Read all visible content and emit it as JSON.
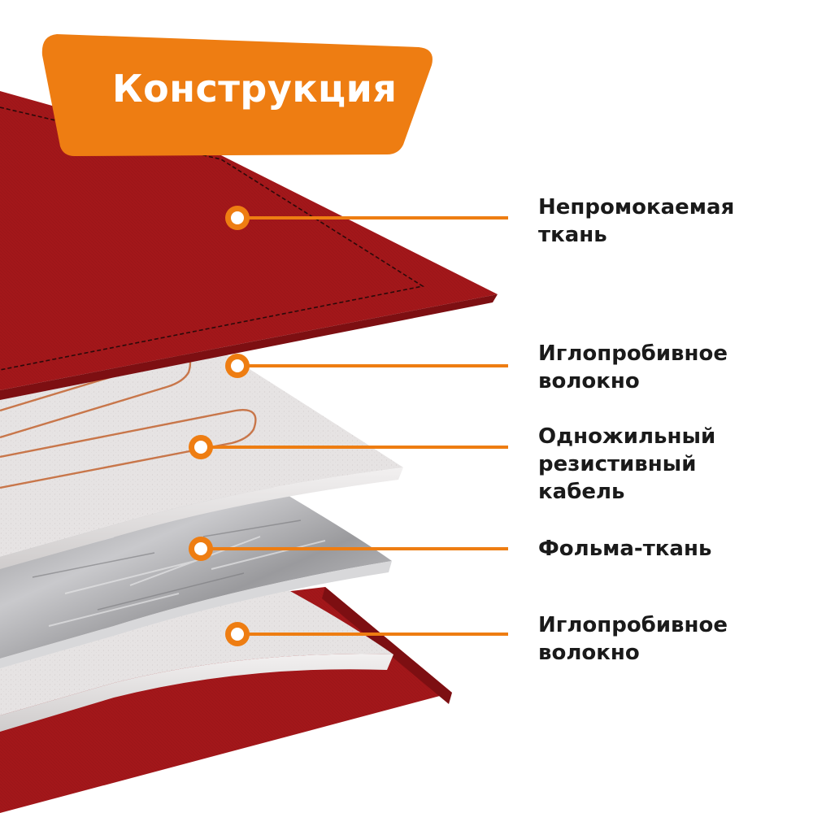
{
  "title": "Конструкция",
  "colors": {
    "accent": "#EE7D12",
    "fabric_red": "#A3171A",
    "fiber_white": "#E4E1E1",
    "foil_silver": "#A9A9AC",
    "heating_cable": "#C8764A",
    "text": "#1A1A1A"
  },
  "layers": [
    {
      "line1": "Непромокаемая",
      "line2": "ткань"
    },
    {
      "line1": "Иглопробивное",
      "line2": "волокно"
    },
    {
      "line1": "Одножильный",
      "line2": "резистивный",
      "line3": "кабель"
    },
    {
      "line1": "Фольма-ткань"
    },
    {
      "line1": "Иглопробивное",
      "line2": "волокно"
    }
  ]
}
